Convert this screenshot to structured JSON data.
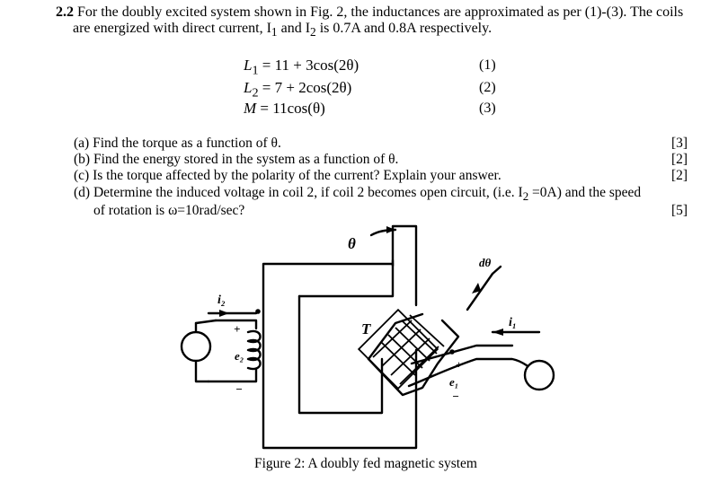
{
  "question": {
    "number": "2.2",
    "line1": "For the doubly excited system shown in Fig. 2, the inductances are approximated as per (1)-(3). The coils",
    "line2_pre": "are energized with direct current, I",
    "line2_mid": " and I",
    "line2_post": " is 0.7A and 0.8A respectively.",
    "sub1": "1",
    "sub2": "2"
  },
  "equations": [
    {
      "lhs": "L",
      "sub": "1",
      "rhs": " = 11 + 3cos(2θ)",
      "number": "(1)"
    },
    {
      "lhs": "L",
      "sub": "2",
      "rhs": " = 7 + 2cos(2θ)",
      "number": "(2)"
    },
    {
      "lhs": "M",
      "sub": "",
      "rhs": " = 11cos(θ)",
      "number": "(3)"
    }
  ],
  "parts": [
    {
      "text": "(a) Find the torque as a function of θ.",
      "marks": "[3]"
    },
    {
      "text": "(b) Find the energy stored in the system as a function of θ.",
      "marks": "[2]"
    },
    {
      "text": "(c) Is the torque affected by the polarity of the current? Explain your answer.",
      "marks": "[2]"
    },
    {
      "text_pre": "(d) Determine the induced voltage in coil 2, if coil 2 becomes open circuit, (i.e. I",
      "text_sub": "2",
      "text_post": " =0A) and the speed",
      "marks": ""
    },
    {
      "text": "of rotation is ω=10rad/sec?",
      "marks": "[5]"
    }
  ],
  "figure": {
    "labels": {
      "theta": "θ",
      "dtheta": "dθ",
      "torque": "T",
      "i2": "i₂",
      "i1": "i₁",
      "e2": "e₂",
      "e1": "e₁",
      "plus": "+",
      "minus": "−"
    },
    "caption": "Figure 2: A doubly fed magnetic system"
  }
}
